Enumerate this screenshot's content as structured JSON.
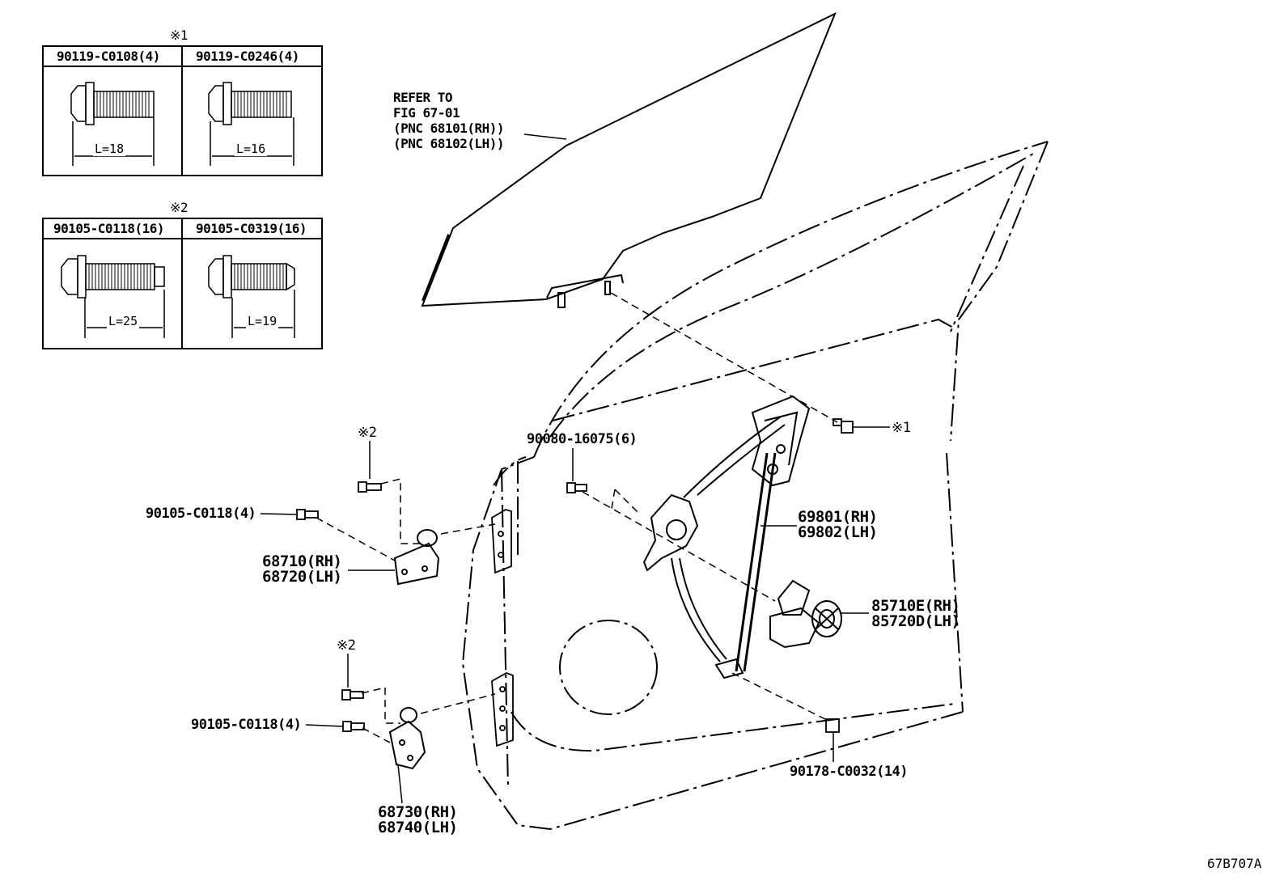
{
  "table1": {
    "mark": "※1",
    "cells": [
      {
        "part": "90119-C0108(4)",
        "length": "L=18"
      },
      {
        "part": "90119-C0246(4)",
        "length": "L=16"
      }
    ]
  },
  "table2": {
    "mark": "※2",
    "cells": [
      {
        "part": "90105-C0118(16)",
        "length": "L=25"
      },
      {
        "part": "90105-C0319(16)",
        "length": "L=19"
      }
    ]
  },
  "refer_note": [
    "REFER TO",
    "FIG 67-01",
    "(PNC 68101(RH))",
    "(PNC 68102(LH))"
  ],
  "callouts": {
    "bolt_ref1": "※1",
    "upper_hinge_mark": "※2",
    "lower_hinge_mark": "※2",
    "bolt_90080": "90080-16075(6)",
    "upper_bolt": "90105-C0118(4)",
    "lower_bolt": "90105-C0118(4)",
    "upper_hinge": [
      "68710(RH)",
      "68720(LH)"
    ],
    "lower_hinge": [
      "68730(RH)",
      "68740(LH)"
    ],
    "regulator": [
      "69801(RH)",
      "69802(LH)"
    ],
    "motor": [
      "85710E(RH)",
      "85720D(LH)"
    ],
    "nut": "90178-C0032(14)"
  },
  "figure_code": "67B707A"
}
